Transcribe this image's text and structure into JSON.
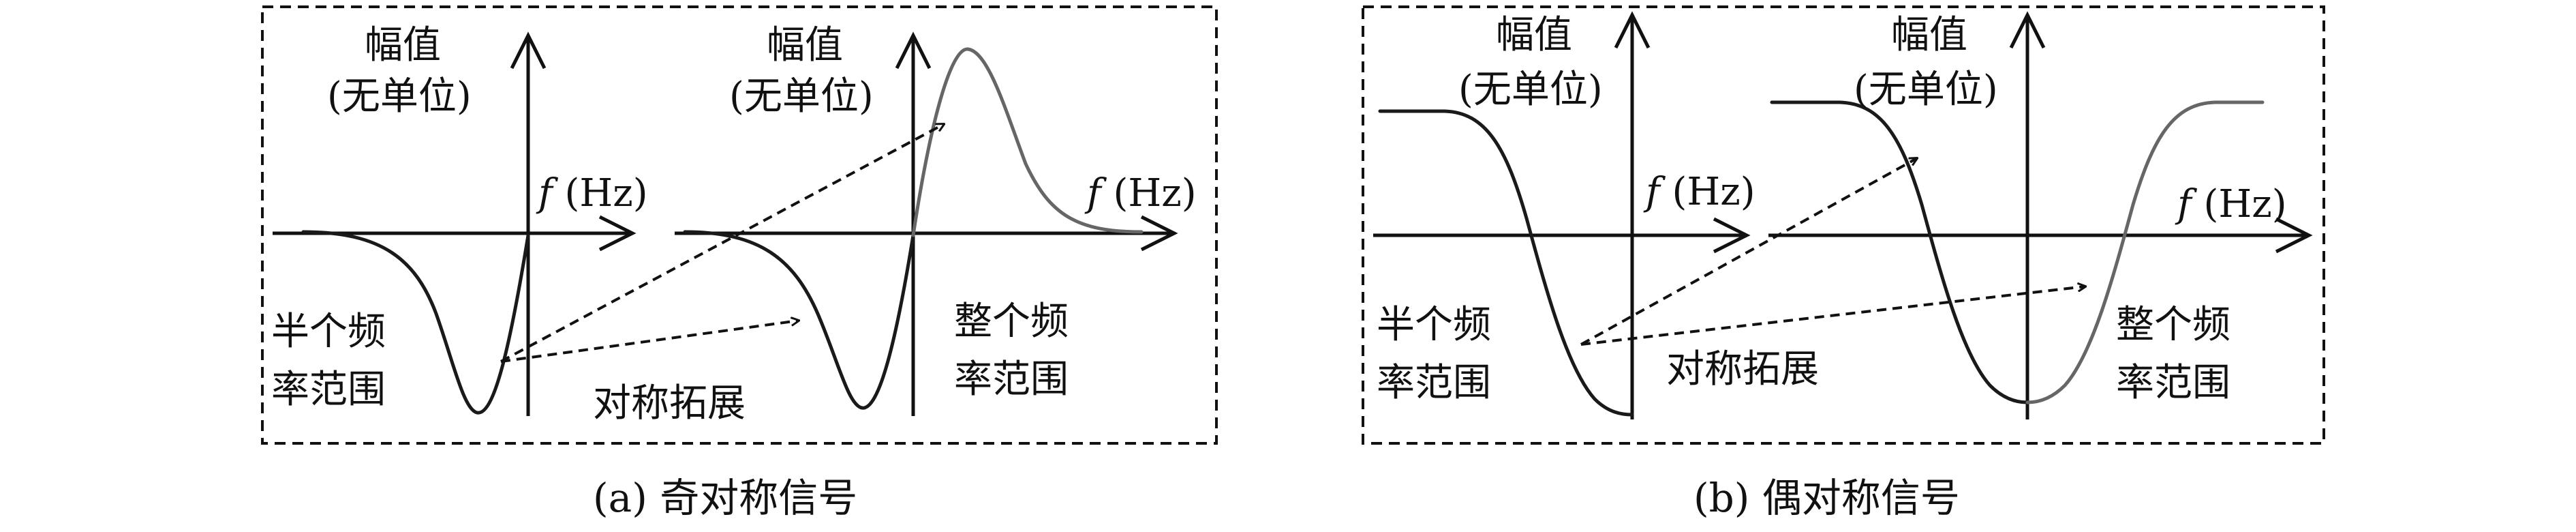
{
  "panel_a": {
    "caption": "(a) 奇对称信号",
    "left_axis": {
      "ylabel_1": "幅值",
      "ylabel_2": "(无单位)",
      "xlabel_f": "f",
      "xlabel_unit": " (Hz)"
    },
    "right_axis": {
      "ylabel_1": "幅值",
      "ylabel_2": "(无单位)",
      "xlabel_f": "f",
      "xlabel_unit": " (Hz)"
    },
    "half_range_1": "半个频",
    "half_range_2": "率范围",
    "full_range_1": "整个频",
    "full_range_2": "率范围",
    "extend_label": "对称拓展"
  },
  "panel_b": {
    "caption": "(b) 偶对称信号",
    "left_axis": {
      "ylabel_1": "幅值",
      "ylabel_2": "(无单位)",
      "xlabel_f": "f",
      "xlabel_unit": " (Hz)"
    },
    "right_axis": {
      "ylabel_1": "幅值",
      "ylabel_2": "(无单位)",
      "xlabel_f": "f",
      "xlabel_unit": " (Hz)"
    },
    "half_range_1": "半个频",
    "half_range_2": "率范围",
    "full_range_1": "整个频",
    "full_range_2": "率范围",
    "extend_label": "对称拓展"
  },
  "colors": {
    "axis": "#111111",
    "curve_dark": "#1a1a1a",
    "curve_grey": "#666666"
  }
}
